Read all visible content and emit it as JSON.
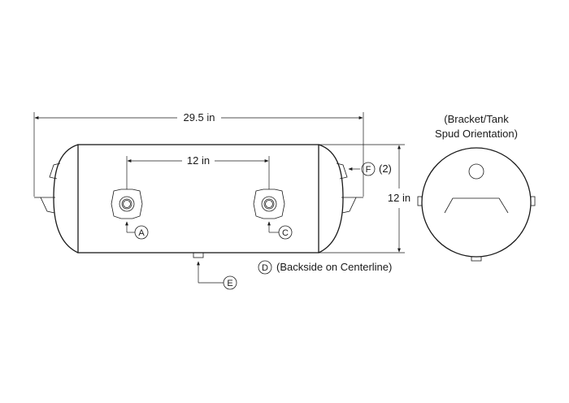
{
  "dimensions": {
    "overall_length": "29.5 in",
    "port_spacing": "12 in",
    "diameter": "12 in"
  },
  "callouts": {
    "a": "A",
    "c": "C",
    "d": "D",
    "d_note": "(Backside on Centerline)",
    "e": "E",
    "f": "F",
    "f_note": "(2)"
  },
  "end_view": {
    "caption_line1": "(Bracket/Tank",
    "caption_line2": "Spud Orientation)"
  }
}
